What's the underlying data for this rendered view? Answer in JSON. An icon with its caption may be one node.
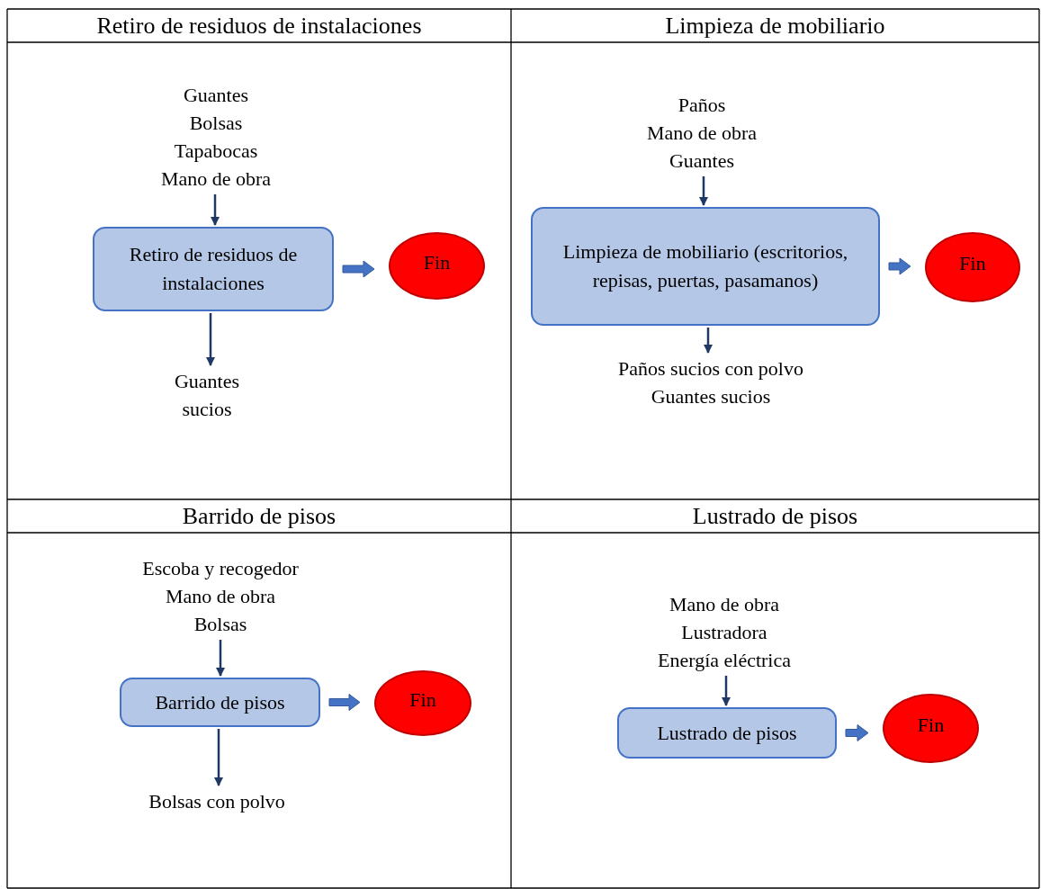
{
  "diagram": {
    "nodes": [
      {
        "text": [
          "Guantes",
          "Bolsas",
          "Tapabocas",
          "Mano de obra"
        ]
      },
      {
        "text": [
          "Retiro de residuos de instalaciones"
        ]
      },
      {
        "text": [
          "Fin"
        ]
      },
      {
        "text": [
          "Guantes sucios"
        ]
      },
      {
        "text": [
          "Paños",
          "Mano de obra",
          "Guantes"
        ]
      },
      {
        "text": [
          "Limpieza de mobiliario (escritorios, repisas, puertas, pasamanos)"
        ]
      },
      {
        "text": [
          "Fin"
        ]
      },
      {
        "text": [
          "Paños sucios con polvo",
          "Guantes sucios"
        ]
      },
      {
        "text": [
          "Escoba y recogedor",
          "Mano de obra",
          "Bolsas"
        ]
      },
      {
        "text": [
          "Barrido de pisos"
        ]
      },
      {
        "text": [
          "Fin"
        ]
      },
      {
        "text": [
          "Bolsas con polvo"
        ]
      },
      {
        "text": [
          "Mano de obra",
          "Lustradora",
          "Energía eléctrica"
        ]
      },
      {
        "text": [
          "Lustrado de pisos"
        ]
      },
      {
        "text": [
          "Fin"
        ]
      }
    ],
    "edges": [
      {
        "from": 0,
        "to": 1,
        "arrow": "to"
      },
      {
        "from": 1,
        "to": 2,
        "arrow": "to",
        "style": "thick",
        "color": "#4472c4"
      },
      {
        "from": 1,
        "to": 3,
        "arrow": "to"
      },
      {
        "from": 4,
        "to": 5,
        "arrow": "to"
      },
      {
        "from": 5,
        "to": 6,
        "arrow": "to",
        "style": "thick",
        "color": "#4472c4"
      },
      {
        "from": 5,
        "to": 7,
        "arrow": "to"
      },
      {
        "from": 8,
        "to": 9,
        "arrow": "to"
      },
      {
        "from": 9,
        "to": 10,
        "arrow": "to",
        "style": "thick",
        "color": "#4472c4"
      },
      {
        "from": 9,
        "to": 11,
        "arrow": "to"
      },
      {
        "from": 12,
        "to": 13,
        "arrow": "to"
      },
      {
        "from": 13,
        "to": 14,
        "arrow": "to",
        "style": "thick",
        "color": "#4472c4"
      }
    ],
    "labels": [
      "Retiro de residuos de instalaciones",
      "Limpieza de mobiliario",
      "Barrido de pisos",
      "Lustrado de pisos"
    ]
  }
}
